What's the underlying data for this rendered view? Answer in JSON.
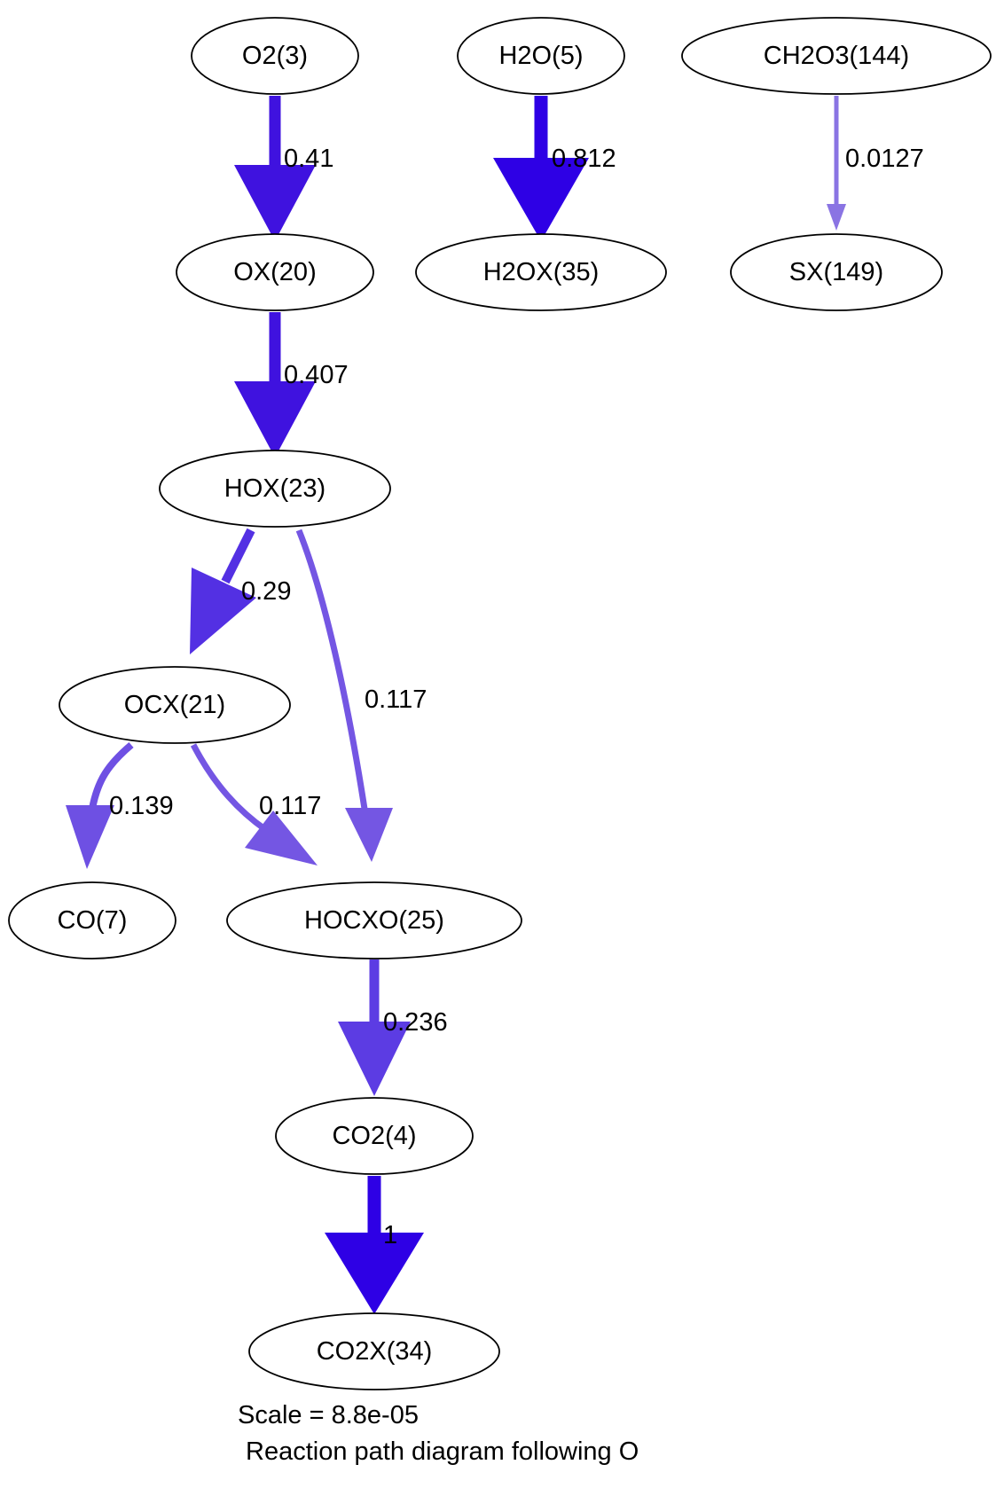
{
  "nodes": {
    "o2": "O2(3)",
    "h2o": "H2O(5)",
    "ch2o3": "CH2O3(144)",
    "ox": "OX(20)",
    "h2ox": "H2OX(35)",
    "sx": "SX(149)",
    "hox": "HOX(23)",
    "ocx": "OCX(21)",
    "co": "CO(7)",
    "hocxo": "HOCXO(25)",
    "co2": "CO2(4)",
    "co2x": "CO2X(34)"
  },
  "edges": [
    {
      "from": "O2(3)",
      "to": "OX(20)",
      "label": "0.41",
      "color": "#3f12df"
    },
    {
      "from": "H2O(5)",
      "to": "H2OX(35)",
      "label": "0.812",
      "color": "#2e00e5"
    },
    {
      "from": "CH2O3(144)",
      "to": "SX(149)",
      "label": "0.0127",
      "color": "#8a74e3"
    },
    {
      "from": "OX(20)",
      "to": "HOX(23)",
      "label": "0.407",
      "color": "#3f12df"
    },
    {
      "from": "HOX(23)",
      "to": "OCX(21)",
      "label": "0.29",
      "color": "#5330e3"
    },
    {
      "from": "HOX(23)",
      "to": "HOCXO(25)",
      "label": "0.117",
      "color": "#7456e3"
    },
    {
      "from": "OCX(21)",
      "to": "CO(7)",
      "label": "0.139",
      "color": "#6e50e3"
    },
    {
      "from": "OCX(21)",
      "to": "HOCXO(25)",
      "label": "0.117",
      "color": "#7456e3"
    },
    {
      "from": "HOCXO(25)",
      "to": "CO2(4)",
      "label": "0.236",
      "color": "#5c3ce3"
    },
    {
      "from": "CO2(4)",
      "to": "CO2X(34)",
      "label": "1",
      "color": "#2e00e5"
    }
  ],
  "caption": {
    "scale": "Scale = 8.8e-05",
    "title": "Reaction path diagram following O"
  }
}
